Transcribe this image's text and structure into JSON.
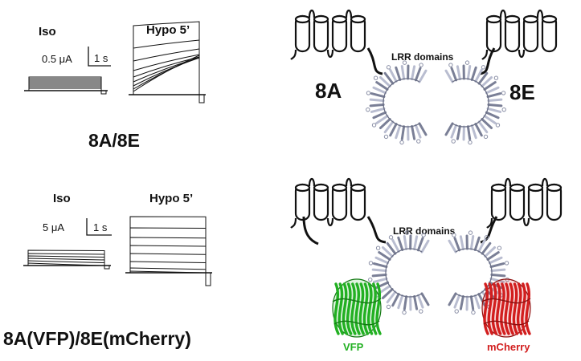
{
  "colors": {
    "ink": "#111111",
    "lrr": "#7a7f96",
    "lrr_light": "#b9bdd0",
    "vfp": "#22b022",
    "mcherry": "#d21e1e"
  },
  "top": {
    "trace_left_label": "Iso",
    "trace_right_label": "Hypo 5’",
    "scale_current": "0.5 μA",
    "scale_time": "1 s",
    "construct": "8A/8E",
    "protein_left_label": "8A",
    "protein_right_label": "8E",
    "lrr_label": "LRR domains",
    "icons": {
      "helices": "transmembrane-helix-icon",
      "lrr": "lrr-domain-icon"
    }
  },
  "bottom": {
    "trace_left_label": "Iso",
    "trace_right_label": "Hypo 5’",
    "scale_current": "5 μA",
    "scale_time": "1 s",
    "construct": "8A(VFP)/8E(mCherry)",
    "lrr_label": "LRR domains",
    "vfp_label": "VFP",
    "mcherry_label": "mCherry",
    "icons": {
      "vfp": "vfp-barrel-icon",
      "mcherry": "mcherry-barrel-icon"
    }
  }
}
